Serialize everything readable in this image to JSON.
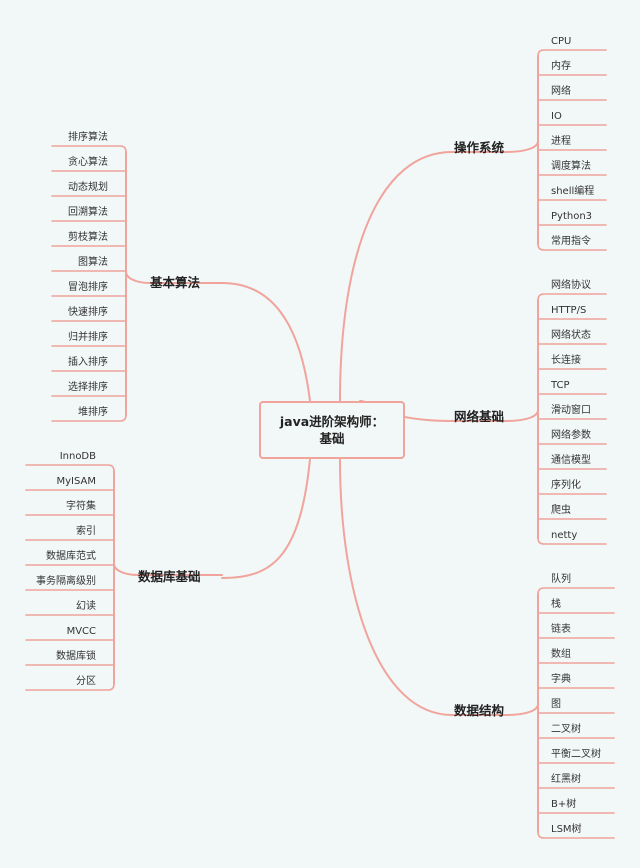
{
  "center": {
    "line1": "java进阶架构师：",
    "line2": "基础"
  },
  "colors": {
    "line": "#f0a49c",
    "background": "#f2f7f7"
  },
  "branches": {
    "os": {
      "label": "操作系统",
      "items": [
        "CPU",
        "内存",
        "网络",
        "IO",
        "进程",
        "调度算法",
        "shell编程",
        "Python3",
        "常用指令"
      ]
    },
    "network": {
      "label": "网络基础",
      "items": [
        "网络协议",
        "HTTP/S",
        "网络状态",
        "长连接",
        "TCP",
        "滑动窗口",
        "网络参数",
        "通信模型",
        "序列化",
        "爬虫",
        "netty"
      ]
    },
    "ds": {
      "label": "数据结构",
      "items": [
        "队列",
        "栈",
        "链表",
        "数组",
        "字典",
        "图",
        "二叉树",
        "平衡二叉树",
        "红黑树",
        "B+树",
        "LSM树"
      ]
    },
    "algo": {
      "label": "基本算法",
      "items": [
        "排序算法",
        "贪心算法",
        "动态规划",
        "回溯算法",
        "剪枝算法",
        "图算法",
        "冒泡排序",
        "快速排序",
        "归并排序",
        "插入排序",
        "选择排序",
        "堆排序"
      ]
    },
    "db": {
      "label": "数据库基础",
      "items": [
        "InnoDB",
        "MyISAM",
        "字符集",
        "索引",
        "数据库范式",
        "事务隔离级别",
        "幻读",
        "MVCC",
        "数据库锁",
        "分区"
      ]
    }
  }
}
